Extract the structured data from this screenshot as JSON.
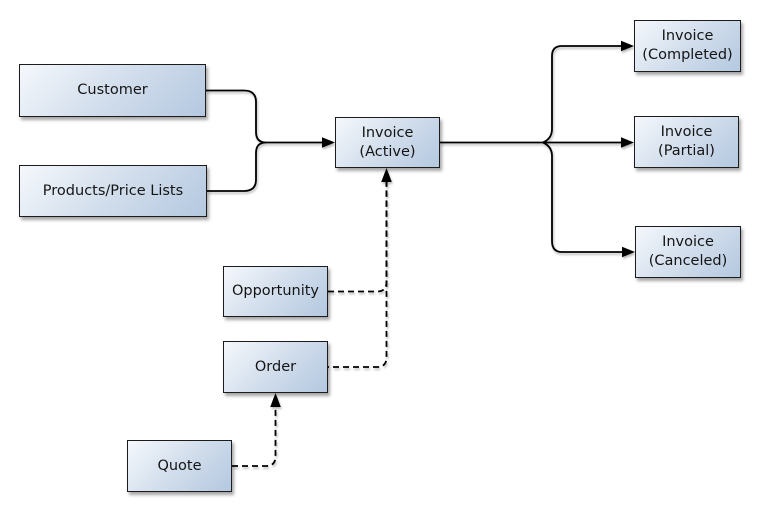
{
  "diagram": {
    "background_color": "#ffffff",
    "node_fill_top": "#f5f8fc",
    "node_fill_bottom": "#b4c8e0",
    "node_border_color": "#1c1c1c",
    "connector_color": "#000000",
    "nodes": {
      "customer": {
        "label": "Customer"
      },
      "products": {
        "label": "Products/Price Lists"
      },
      "invoice_active": {
        "label": "Invoice",
        "sublabel": "(Active)"
      },
      "invoice_completed": {
        "label": "Invoice",
        "sublabel": "(Completed)"
      },
      "invoice_partial": {
        "label": "Invoice",
        "sublabel": "(Partial)"
      },
      "invoice_canceled": {
        "label": "Invoice",
        "sublabel": "(Canceled)"
      },
      "opportunity": {
        "label": "Opportunity"
      },
      "order": {
        "label": "Order"
      },
      "quote": {
        "label": "Quote"
      }
    },
    "edges": [
      {
        "from": "Customer",
        "to": "Invoice (Active)",
        "style": "solid",
        "arrow": true
      },
      {
        "from": "Products/Price Lists",
        "to": "Invoice (Active)",
        "style": "solid",
        "arrow": true
      },
      {
        "from": "Invoice (Active)",
        "to": "Invoice (Completed)",
        "style": "solid",
        "arrow": true
      },
      {
        "from": "Invoice (Active)",
        "to": "Invoice (Partial)",
        "style": "solid",
        "arrow": true
      },
      {
        "from": "Invoice (Active)",
        "to": "Invoice (Canceled)",
        "style": "solid",
        "arrow": true
      },
      {
        "from": "Opportunity",
        "to": "Invoice (Active)",
        "style": "dashed",
        "arrow": true
      },
      {
        "from": "Order",
        "to": "Invoice (Active)",
        "style": "dashed",
        "arrow": true
      },
      {
        "from": "Quote",
        "to": "Order",
        "style": "dashed",
        "arrow": true
      }
    ]
  }
}
